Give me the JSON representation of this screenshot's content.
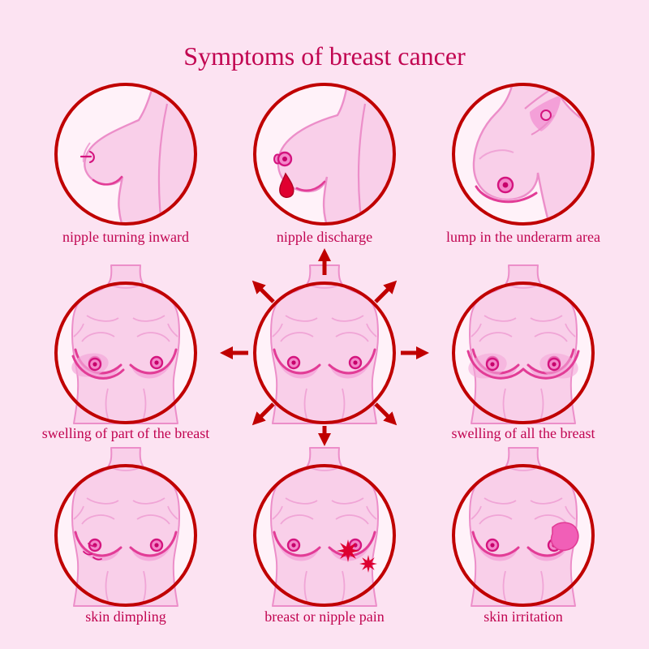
{
  "title": "Symptoms of breast cancer",
  "colors": {
    "background": "#fce3f2",
    "circle_fill": "#fff2f9",
    "circle_border": "#c00000",
    "arrow": "#c00000",
    "text": "#c10551",
    "skin": "#f9cfe9",
    "skin_outline": "#ec8ec9",
    "skin_shade": "#f4a6d9",
    "breast_line": "#e23c96",
    "areola_ring": "#d4147e",
    "areola_dot": "#c7006b",
    "droplet": "#e00030",
    "pain_star": "#dd0030",
    "irritation_patch": "#f15fb7"
  },
  "cells": [
    {
      "id": "nipple-turning-inward",
      "label": "nipple turning inward",
      "icon": "breast-profile-inverted-nipple-icon"
    },
    {
      "id": "nipple-discharge",
      "label": "nipple discharge",
      "icon": "breast-profile-discharge-droplet-icon"
    },
    {
      "id": "lump-underarm",
      "label": "lump in the underarm area",
      "icon": "breast-underarm-lump-icon"
    },
    {
      "id": "swelling-part",
      "label": "swelling of part of the breast",
      "icon": "torso-partial-swelling-icon"
    },
    {
      "id": "center-figure",
      "label": "",
      "icon": "torso-radiating-arrows-icon"
    },
    {
      "id": "swelling-all",
      "label": "swelling of all the breast",
      "icon": "torso-full-swelling-icon"
    },
    {
      "id": "skin-dimpling",
      "label": "skin dimpling",
      "icon": "torso-skin-dimpling-icon"
    },
    {
      "id": "breast-nipple-pain",
      "label": "breast or nipple pain",
      "icon": "torso-pain-stars-icon"
    },
    {
      "id": "skin-irritation",
      "label": "skin irritation",
      "icon": "torso-irritation-patch-icon"
    }
  ]
}
